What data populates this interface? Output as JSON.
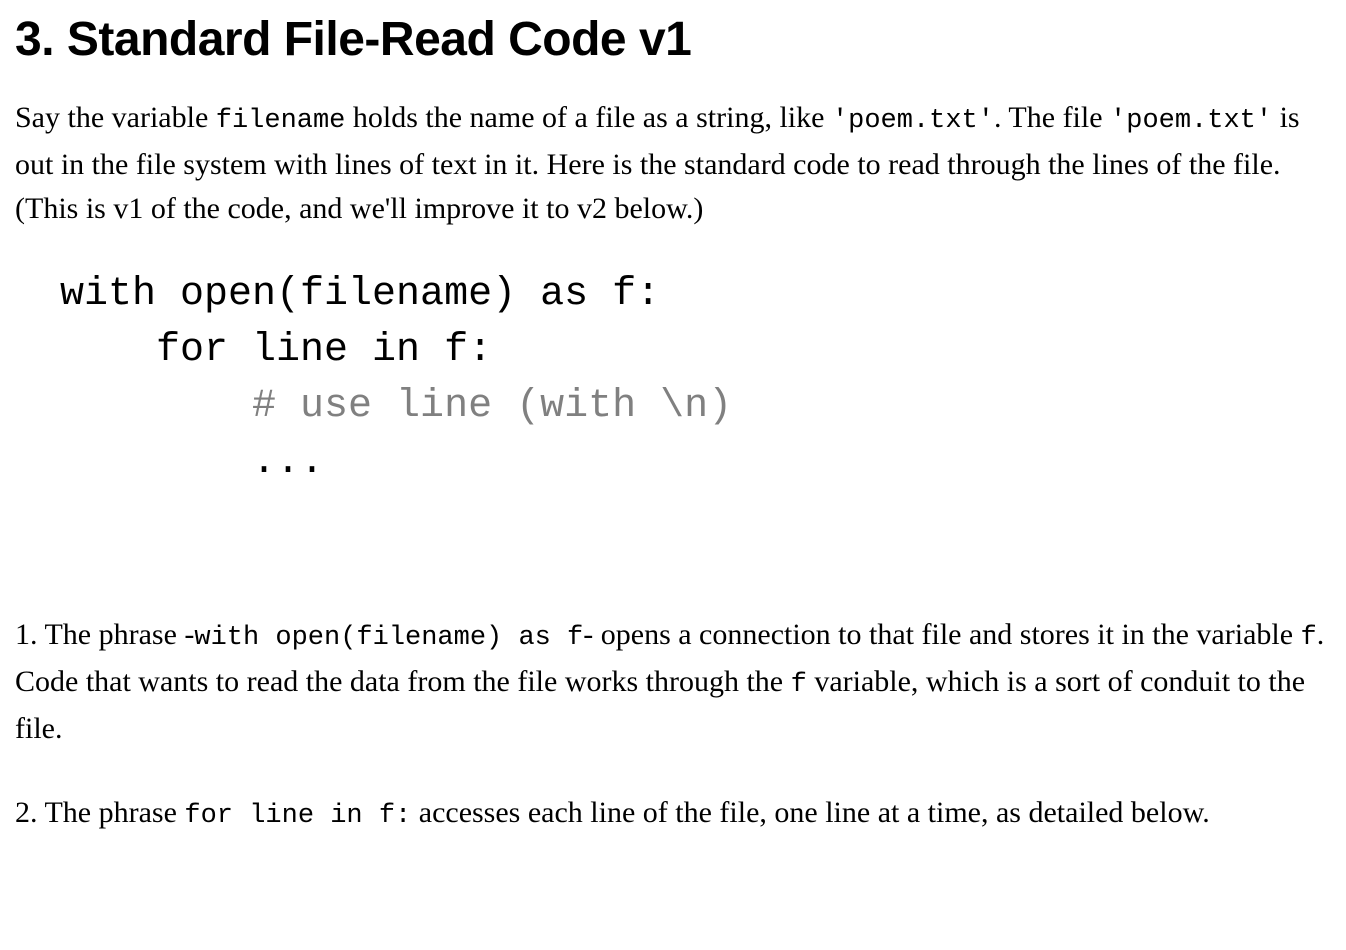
{
  "document": {
    "heading": "3. Standard File-Read Code v1",
    "background_color": "#ffffff",
    "text_color": "#000000",
    "comment_color": "#808080"
  },
  "intro_paragraph": {
    "seg1": "Say the variable ",
    "code1": "filename",
    "seg2": " holds the name of a file as a string, like ",
    "code2": "'poem.txt'",
    "seg3": ". The file ",
    "code3": "'poem.txt'",
    "seg4": " is out in the file system with lines of text in it. Here is the standard code to read through the lines of the file. (This is v1 of the code, and we'll improve it to v2 below.)"
  },
  "code_block": {
    "lines": [
      {
        "text": "with open(filename) as f:",
        "style": "normal"
      },
      {
        "text": "    for line in f:",
        "style": "normal"
      },
      {
        "text": "        # use line (with \\n)",
        "style": "comment"
      },
      {
        "text": "        ...",
        "style": "normal"
      }
    ]
  },
  "numbered_items": [
    {
      "number": "1.",
      "seg1": " The phrase -",
      "code1": "with open(filename) as f",
      "seg2": "- opens a connection to that file and stores it in the variable ",
      "code2": "f",
      "seg3": ". Code that wants to read the data from the file works through the ",
      "code3": "f",
      "seg4": " variable, which is a sort of conduit to the file."
    },
    {
      "number": "2.",
      "seg1": " The phrase ",
      "code1": "for line in f:",
      "seg2": " accesses each line of the file, one line at a time, as detailed below."
    }
  ]
}
